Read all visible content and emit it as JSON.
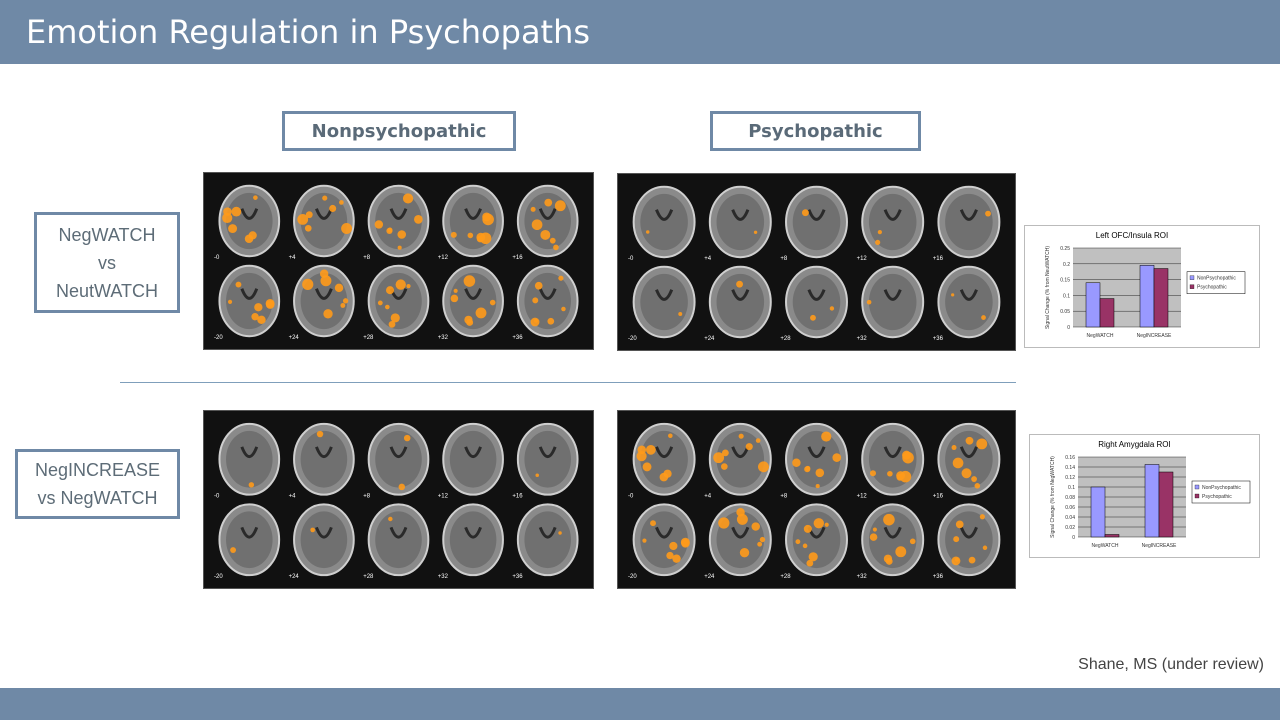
{
  "slide": {
    "title": "Emotion Regulation in Psychopaths",
    "citation": "Shane, MS (under review)"
  },
  "columns": [
    "Nonpsychopathic",
    "Psychopathic"
  ],
  "rows": [
    {
      "line1": "NegWATCH",
      "line2": "vs",
      "line3": "NeutWATCH"
    },
    {
      "line1": "NegINCREASE",
      "line2": "vs NegWATCH"
    }
  ],
  "scan_labels": {
    "top": [
      "-0",
      "+4",
      "+8",
      "+12",
      "+16"
    ],
    "bottom": [
      "-20",
      "+24",
      "+28",
      "+32",
      "+36"
    ]
  },
  "colors": {
    "bar": "#6f89a6",
    "nonpsychopathic": "#9999ff",
    "psychopathic": "#993366",
    "activation": "#ff9a1a"
  },
  "activation_levels": [
    {
      "panel": "nonpsych-watch",
      "level": "high"
    },
    {
      "panel": "psych-watch",
      "level": "low"
    },
    {
      "panel": "nonpsych-increase",
      "level": "low"
    },
    {
      "panel": "psych-increase",
      "level": "high"
    }
  ],
  "chart_data": [
    {
      "type": "bar",
      "title": "Left OFC/Insula ROI",
      "ylabel": "Signal Change (% from NeutWATCH)",
      "categories": [
        "NegWATCH",
        "NegINCREASE"
      ],
      "series": [
        {
          "name": "NonPsychopathic",
          "values": [
            0.14,
            0.195
          ]
        },
        {
          "name": "Psychopathic",
          "values": [
            0.09,
            0.185
          ]
        }
      ],
      "yticks": [
        "0.25",
        "0.2",
        "0.15",
        "0.1",
        "0.05",
        "0"
      ],
      "ylim": [
        0,
        0.25
      ],
      "legend": "right"
    },
    {
      "type": "bar",
      "title": "Right Amygdala ROI",
      "ylabel": "Signal Change (% from NegWATCH)",
      "categories": [
        "NegWATCH",
        "NegINCREASE"
      ],
      "series": [
        {
          "name": "NonPsychopathic",
          "values": [
            0.1,
            0.145
          ]
        },
        {
          "name": "Psychopathic",
          "values": [
            0.005,
            0.13
          ]
        }
      ],
      "yticks": [
        "0.16",
        "0.14",
        "0.12",
        "0.1",
        "0.08",
        "0.06",
        "0.04",
        "0.02",
        "0"
      ],
      "ylim": [
        0,
        0.16
      ],
      "legend": "right"
    }
  ]
}
